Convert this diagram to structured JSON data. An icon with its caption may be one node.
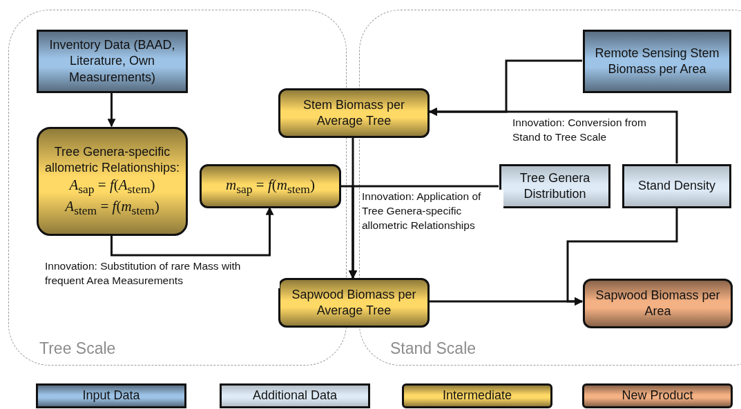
{
  "diagram": {
    "nodes": [
      {
        "text": [
          "Tree Scale"
        ]
      },
      {
        "text": [
          "Inventory Data (BAAD, Literature, Own Measurements)"
        ],
        "in": 0
      },
      {
        "text": [
          "Tree Genera-specific allometric Relationships:",
          "*A*$_{sap}$ = *f*(*A*$_{stem}$)",
          "*A*$_{stem}$ = *f*(*m*$_{stem}$)"
        ],
        "in": 0
      },
      {
        "text": [
          "*m*$_{sap}$ = *f*(*m*$_{stem}$)"
        ],
        "in": 0
      },
      {
        "text": [
          "Stand Scale"
        ]
      },
      {
        "text": [
          "Remote Sensing Stem Biomass per Area"
        ],
        "in": 4
      },
      {
        "text": [
          "Stem Biomass per Average Tree"
        ]
      },
      {
        "text": [
          "Tree Genera Distribution"
        ],
        "in": 4
      },
      {
        "text": [
          "Stand Density"
        ],
        "in": 4
      },
      {
        "text": [
          "Sapwood Biomass per Average Tree"
        ]
      },
      {
        "text": [
          "Sapwood Biomass per Area"
        ],
        "in": 4
      }
    ],
    "edges": [
      {
        "from": 1,
        "to": 2,
        "arrow": "to"
      },
      {
        "from": 2,
        "to": 3,
        "arrow": "to",
        "label": "Innovation: Substitution of rare Mass with frequent Area Measurements"
      },
      {
        "from": 6,
        "to": 9,
        "arrow": "to"
      },
      {
        "from": 3,
        "to": 9,
        "arrow": "to"
      },
      {
        "from": 7,
        "to": 9,
        "arrow": "to",
        "label": "Innovation: Application of Tree Genera-specific allometric Relationships"
      },
      {
        "from": 5,
        "to": 6,
        "arrow": "to",
        "label": "Innovation: Conversion from Stand to Tree Scale"
      },
      {
        "from": 8,
        "to": 6,
        "arrow": "to"
      },
      {
        "from": 9,
        "to": 10,
        "arrow": "to"
      },
      {
        "from": 8,
        "to": 10,
        "arrow": "to"
      }
    ],
    "legend": [
      {
        "text": "Input Data",
        "color": "#9dc3e6"
      },
      {
        "text": "Additional Data",
        "color": "#deebf7"
      },
      {
        "text": "Intermediate",
        "color": "#ffd966"
      },
      {
        "text": "New Product",
        "color": "#f4b183"
      }
    ]
  }
}
